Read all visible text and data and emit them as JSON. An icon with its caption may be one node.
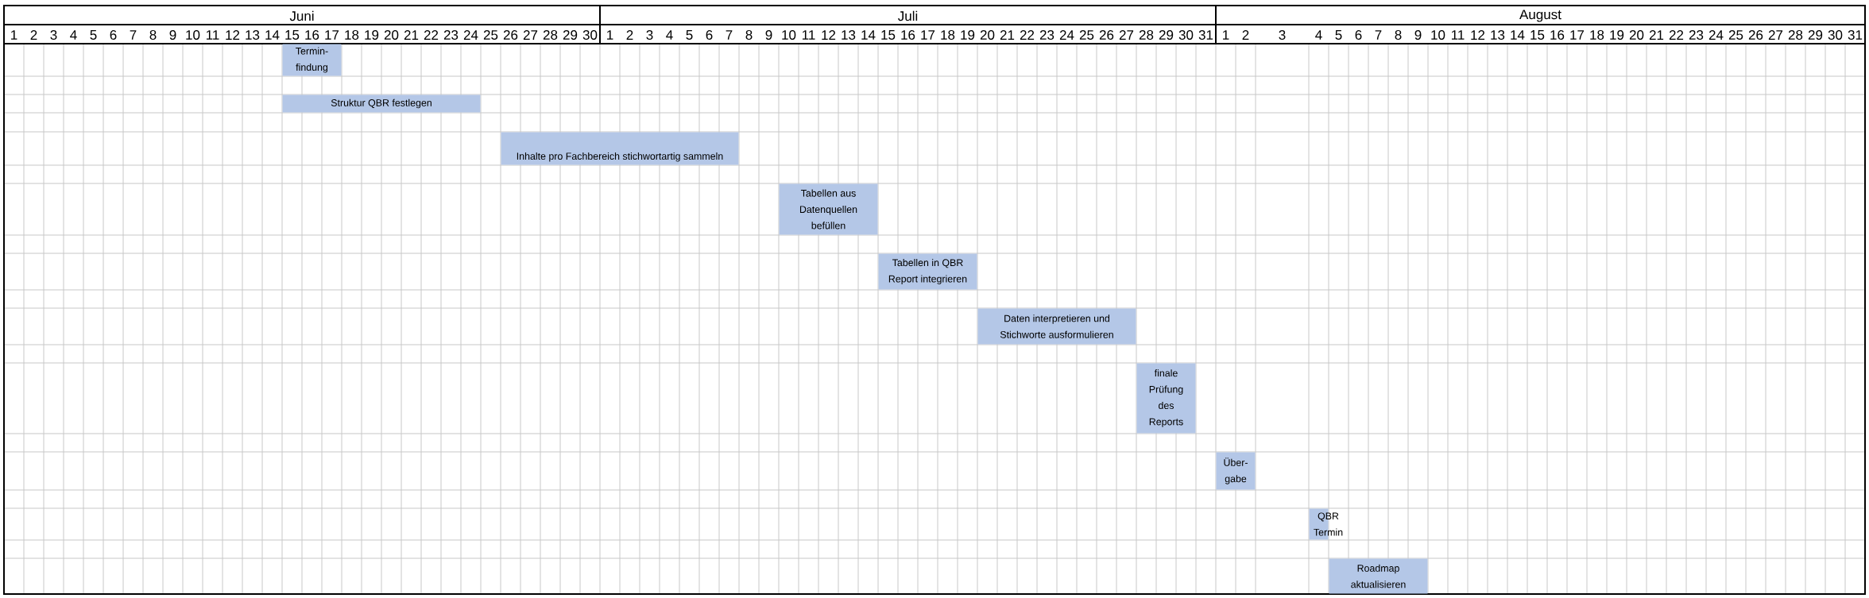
{
  "diagram": {
    "nodes": [
      {
        "text": [
          "Termin- findung"
        ]
      },
      {
        "text": [
          "Struktur QBR festlegen"
        ]
      },
      {
        "text": [
          "Inhalte pro Fachbereich stichwortartig sammeln"
        ]
      },
      {
        "text": [
          "Tabellen aus Datenquellen befüllen"
        ]
      },
      {
        "text": [
          "Tabellen in QBR Report integrieren"
        ]
      },
      {
        "text": [
          "Daten interpretieren und Stichworte ausformulieren"
        ]
      },
      {
        "text": [
          "finale Prüfung des Reports"
        ]
      },
      {
        "text": [
          "Über- gabe"
        ]
      },
      {
        "text": [
          "QBR Termin"
        ]
      },
      {
        "text": [
          "Roadmap aktualisieren"
        ]
      }
    ],
    "labels": [
      "Juni",
      "Juli",
      "August",
      "1",
      "2",
      "3",
      "4",
      "5",
      "6",
      "7",
      "8",
      "9",
      "10",
      "11",
      "12",
      "13",
      "14",
      "15",
      "16",
      "17",
      "18",
      "19",
      "20",
      "21",
      "22",
      "23",
      "24",
      "25",
      "26",
      "27",
      "28",
      "29",
      "30",
      "1",
      "2",
      "3",
      "4",
      "5",
      "6",
      "7",
      "8",
      "9",
      "10",
      "11",
      "12",
      "13",
      "14",
      "15",
      "16",
      "17",
      "18",
      "19",
      "20",
      "21",
      "22",
      "23",
      "24",
      "25",
      "26",
      "27",
      "28",
      "29",
      "30",
      "31",
      "1",
      "2",
      "3",
      "4",
      "5",
      "6",
      "7",
      "8",
      "9",
      "10",
      "11",
      "12",
      "13",
      "14",
      "15",
      "16",
      "17",
      "18",
      "19",
      "20",
      "21",
      "22",
      "23",
      "24",
      "25",
      "26",
      "27",
      "28",
      "29",
      "30",
      "31"
    ]
  }
}
